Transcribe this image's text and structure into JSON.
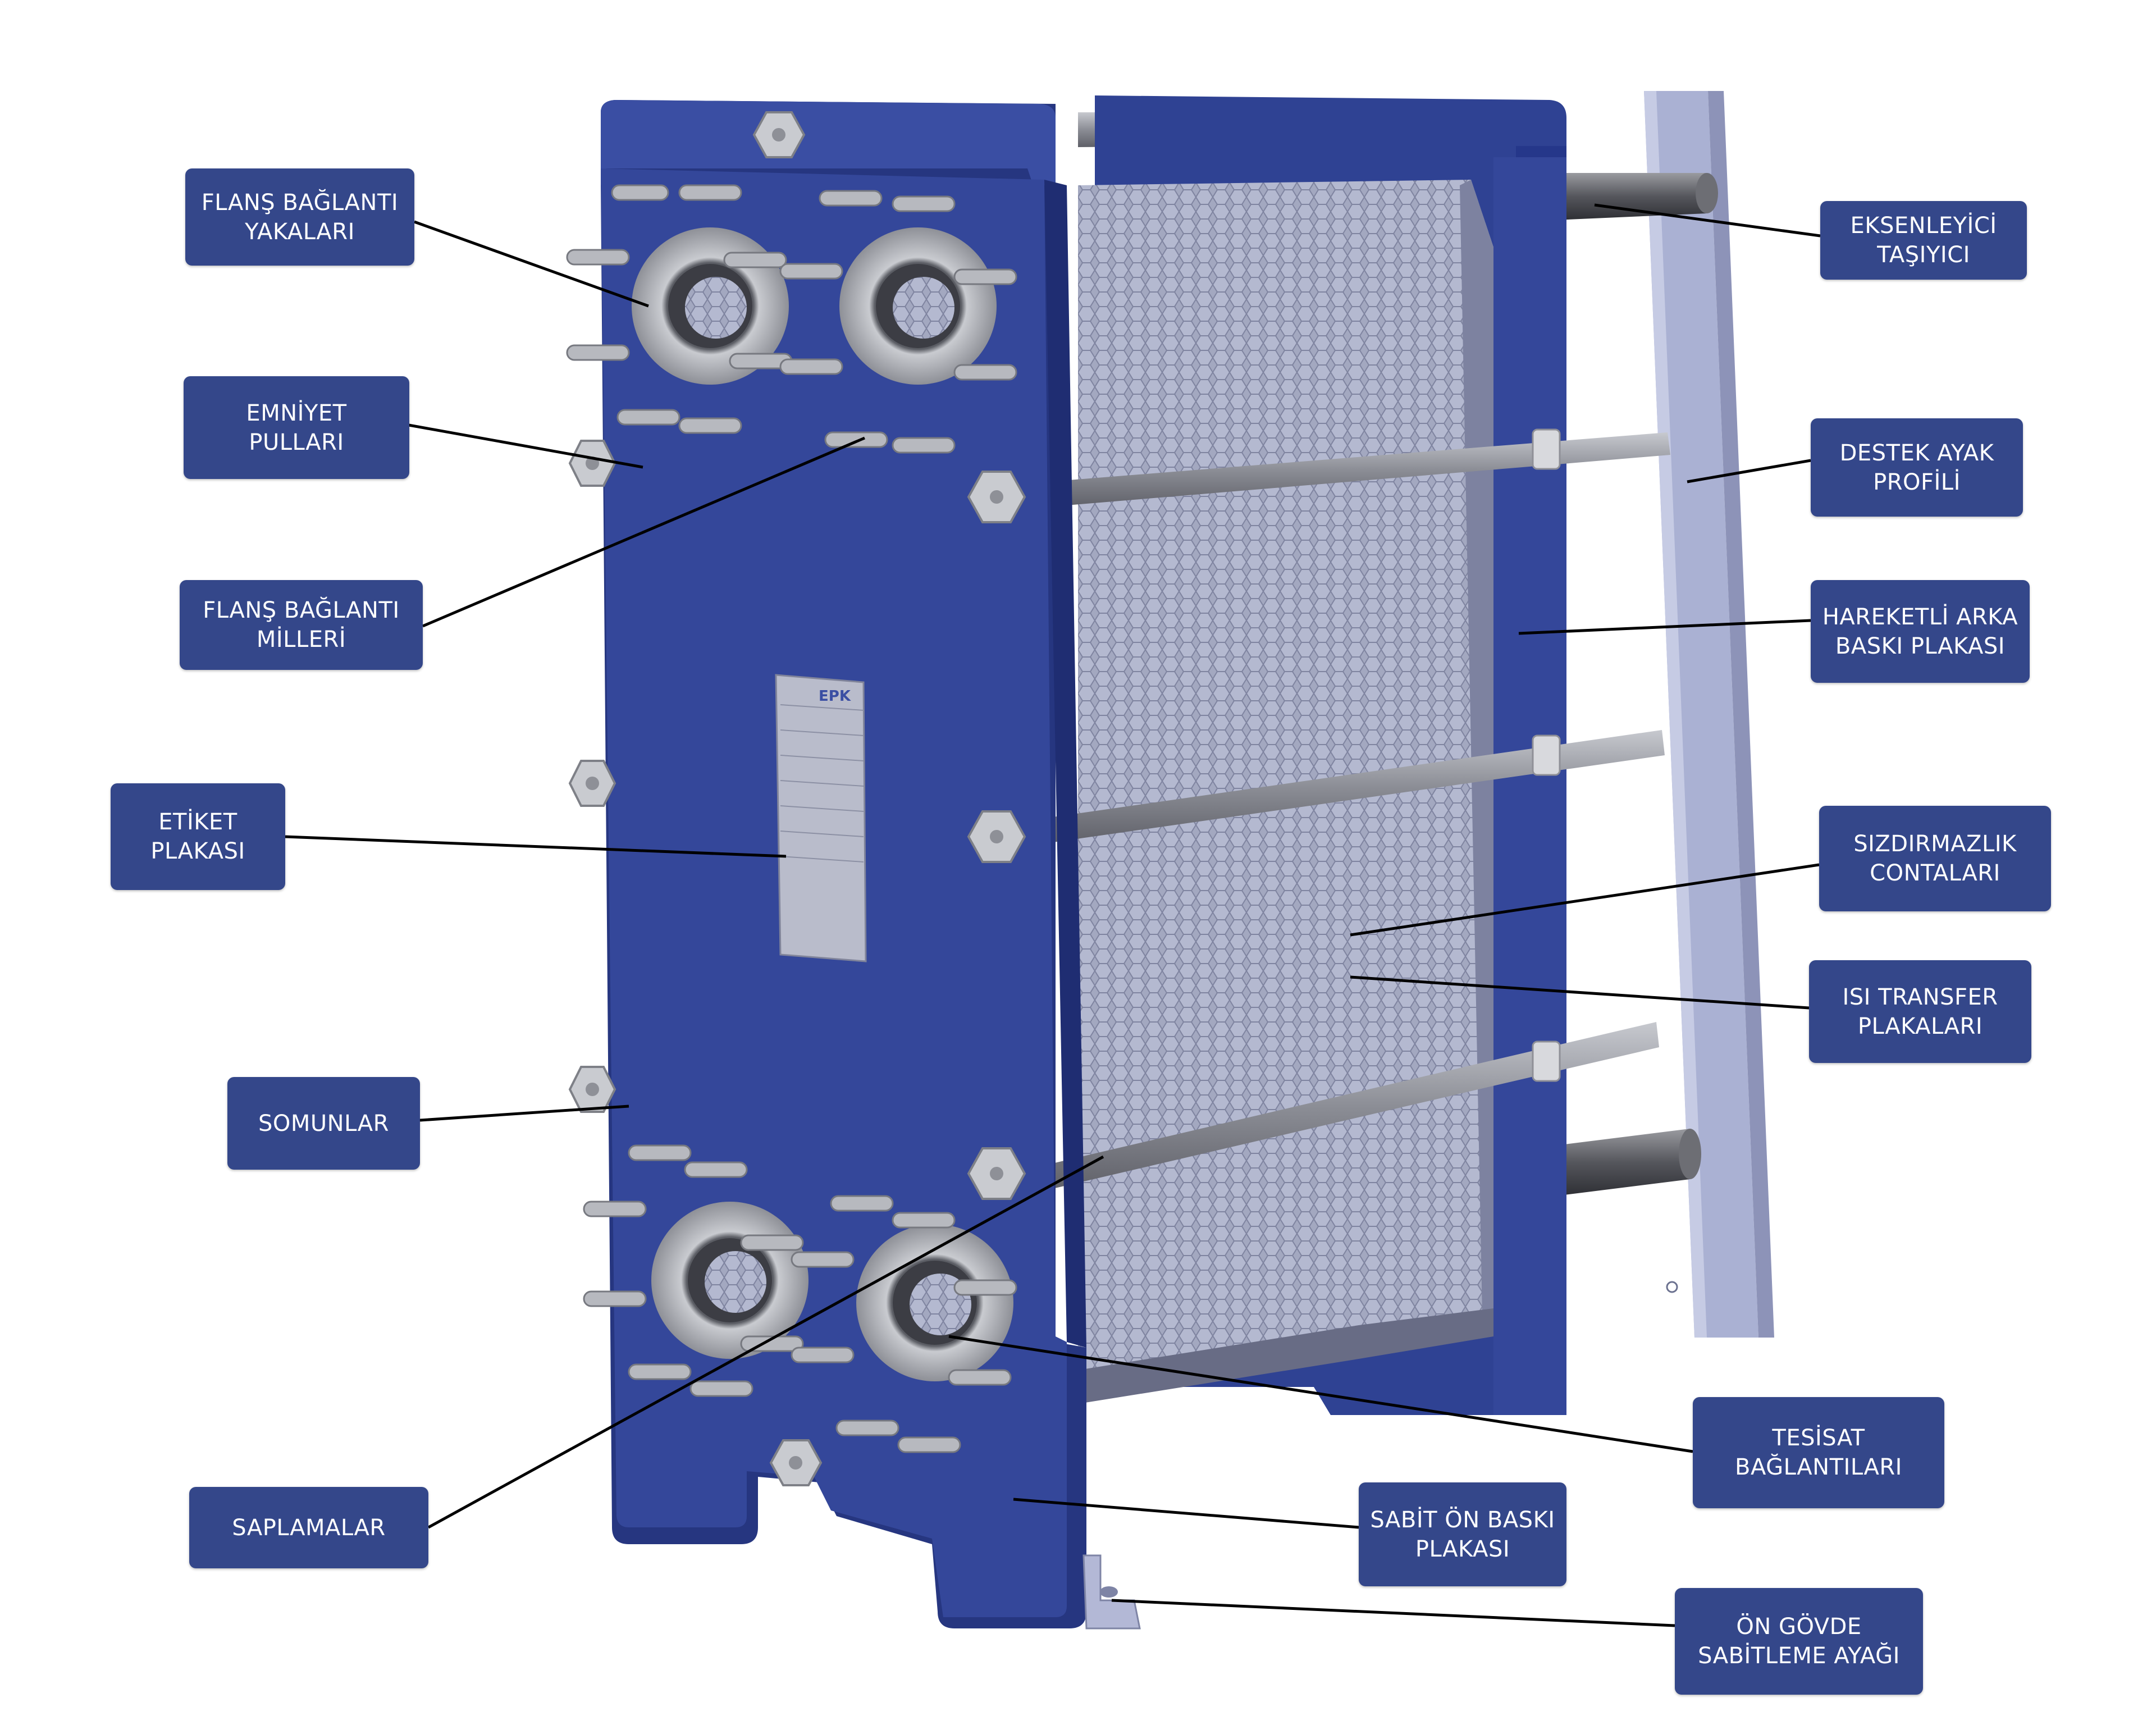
{
  "labels": [
    {
      "id": "flans-baglanti-yakalari",
      "lines": [
        "FLANŞ BAĞLANTI",
        "YAKALARI"
      ]
    },
    {
      "id": "emniyet-pullari",
      "lines": [
        "EMNİYET",
        "PULLARI"
      ]
    },
    {
      "id": "flans-baglanti-milleri",
      "lines": [
        "FLANŞ BAĞLANTI",
        "MİLLERİ"
      ]
    },
    {
      "id": "etiket-plakasi",
      "lines": [
        "ETİKET",
        "PLAKASI"
      ]
    },
    {
      "id": "somunlar",
      "lines": [
        "SOMUNLAR"
      ]
    },
    {
      "id": "saplamalar",
      "lines": [
        "SAPLAMALAR"
      ]
    },
    {
      "id": "eksenleyici-tasiyici",
      "lines": [
        "EKSENLEYİCİ",
        "TAŞIYICI"
      ]
    },
    {
      "id": "destek-ayak-profili",
      "lines": [
        "DESTEK AYAK",
        "PROFİLİ"
      ]
    },
    {
      "id": "hareketli-arka-baski-plakasi",
      "lines": [
        "HAREKETLİ ARKA",
        "BASKI PLAKASI"
      ]
    },
    {
      "id": "sizdirmazlik-contalari",
      "lines": [
        "SIZDIRMAZLIK",
        "CONTALARI"
      ]
    },
    {
      "id": "isi-transfer-plakalari",
      "lines": [
        "ISI TRANSFER",
        "PLAKALARI"
      ]
    },
    {
      "id": "tesisat-baglantilari",
      "lines": [
        "TESİSAT",
        "BAĞLANTILARI"
      ]
    },
    {
      "id": "sabit-on-baski-plakasi",
      "lines": [
        "SABİT ÖN BASKI",
        "PLAKASI"
      ]
    },
    {
      "id": "on-govde-sabitleme-ayagi",
      "lines": [
        "ÖN GÖVDE",
        "SABİTLEME AYAĞI"
      ]
    }
  ],
  "nameplate": {
    "brand": "EPK"
  },
  "colors": {
    "label_bg": "#34478a",
    "label_text": "#ffffff",
    "frame_blue": "#34479a",
    "frame_edge": "#263680",
    "plate_gray": "#9ea3bb",
    "rod_gray": "#8a8c94",
    "support_profile": "#aab1d3",
    "leader_line": "#000000"
  }
}
